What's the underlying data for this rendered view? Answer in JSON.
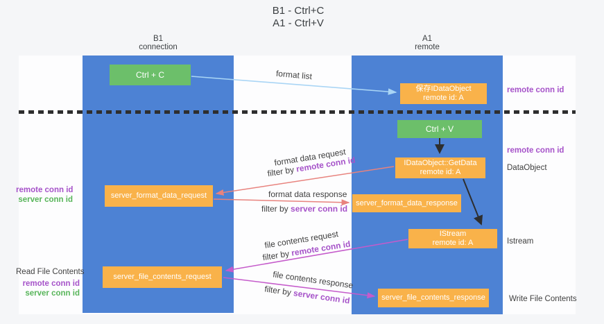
{
  "title": {
    "line1": "B1 - Ctrl+C",
    "line2": "A1 - Ctrl+V"
  },
  "lanes": {
    "left": {
      "name": "B1",
      "subtitle": "connection"
    },
    "right": {
      "name": "A1",
      "subtitle": "remote"
    }
  },
  "boxes": {
    "ctrl_c": "Ctrl + C",
    "save_dataobject": {
      "line1": "保存IDataObject",
      "line2": "remote id: A"
    },
    "ctrl_v": "Ctrl + V",
    "getdata": {
      "line1": "IDataObject::GetData",
      "line2": "remote id: A"
    },
    "format_request": "server_format_data_request",
    "format_response": "server_format_data_response",
    "istream": {
      "line1": "IStream",
      "line2": "remote id: A"
    },
    "file_request": "server_file_contents_request",
    "file_response": "server_file_contents_response"
  },
  "side_labels": {
    "right_remote_conn_1": "remote conn id",
    "right_remote_conn_2": "remote conn id",
    "right_dataobject": "DataObject",
    "right_istream": "Istream",
    "right_write": "Write File Contents",
    "left_remote_conn_1": "remote conn id",
    "left_server_conn_1": "server conn id",
    "left_read": "Read File Contents",
    "left_remote_conn_2": "remote conn id",
    "left_server_conn_2": "server conn id"
  },
  "flow_labels": {
    "format_list": "format list",
    "format_request": "format data request",
    "format_request_filter": {
      "prefix": "filter by",
      "key": "remote conn id"
    },
    "format_response": "format data response",
    "format_response_filter": {
      "prefix": "filter by",
      "key": "server conn id"
    },
    "file_request": "file contents request",
    "file_request_filter": {
      "prefix": "filter by",
      "key": "remote conn id"
    },
    "file_response": "file contents response",
    "file_response_filter": {
      "prefix": "filter by",
      "key": "server conn id"
    }
  },
  "colors": {
    "lane_blue": "#4d82d4",
    "box_green": "#6cbf6a",
    "box_orange": "#f9b24a",
    "arrow_lightblue": "#a9d5f5",
    "arrow_black": "#2e2e2e",
    "arrow_salmon": "#e8837e",
    "arrow_magenta": "#c55bcb",
    "label_purple": "#a653c9",
    "label_green": "#58b55a",
    "text_dark": "#3f3f3f"
  }
}
